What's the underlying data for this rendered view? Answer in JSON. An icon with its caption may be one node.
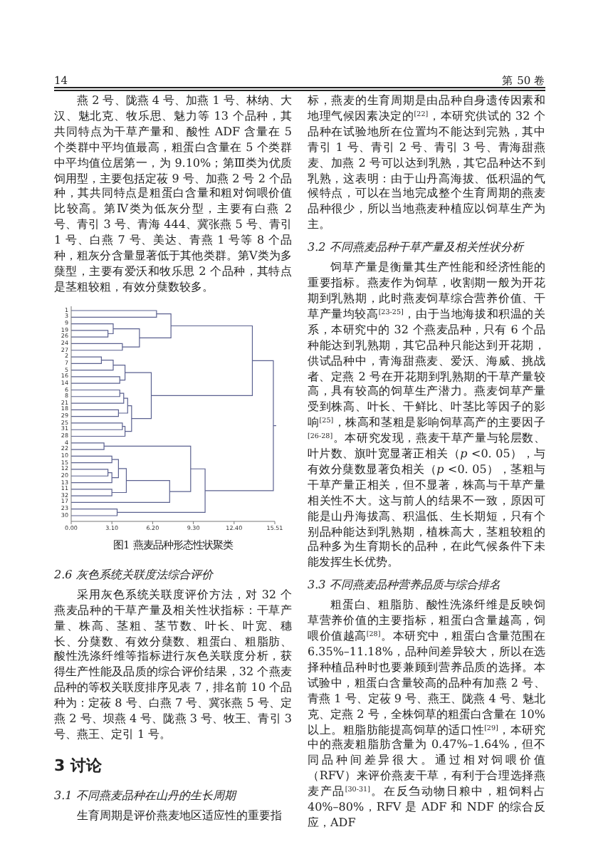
{
  "diagram": {
    "caption": "图1 燕麦品种形态性状聚类",
    "labels": [
      "14",
      "第 50 卷",
      "燕 2 号、陇燕 4 号、加燕 1 号、林纳、大汉、魅北克、牧乐思、魅力等 13 个品种，其共同特点为干草产量和、酸性 ADF 含量在 5 个类群中平均值最高，粗蛋白含量在 5 个类群中平均值位居第一，为 9.10%；第Ⅲ类为优质饲用型，主要包括定莜 9 号、加燕 2 号 2 个品种，其共同特点是粗蛋白含量和粗对饲喂价值比较高。第Ⅳ类为低灰分型，主要有白燕 2 号、青引 3 号、青海 444、冀张燕 5 号、青引 1 号、白燕 7 号、美达、青燕 1 号等 8 个品种，粗灰分含量显著低于其他类群。第Ⅴ类为多蘖型，主要有爱沃和牧乐思 2 个品种，其特点是茎粗较粗，有效分蘖数较多。",
      "1",
      "3",
      "9",
      "19",
      "26",
      "24",
      "27",
      "2",
      "7",
      "5",
      "16",
      "14",
      "6",
      "8",
      "21",
      "18",
      "29",
      "25",
      "31",
      "28",
      "4",
      "22",
      "10",
      "15",
      "12",
      "20",
      "13",
      "11",
      "32",
      "17",
      "23",
      "30",
      "0.00",
      "3.10",
      "6.20",
      "9.30",
      "12.40",
      "15.51",
      "2.6 灰色系统关联度法综合评价",
      "采用灰色系统关联度评价方法，对 32 个燕麦品种的干草产量及相关性状指标：干草产量、株高、茎粗、茎节数、叶长、叶宽、穗长、分蘖数、有效分蘖数、粗蛋白、粗脂肪、酸性洗涤纤维等指标进行灰色关联度分析，获得生产性能及品质的综合评价结果，32 个燕麦品种的等权关联度排序见表 7，排名前 10 个品种为：定莜 8 号、白燕 7 号、冀张燕 5 号、定燕 2 号、坝燕 4 号、陇燕 3 号、牧王、青引 3 号、燕王、定引 1 号。",
      "3 讨论",
      "3.1 不同燕麦品种在山丹的生长周期",
      "生育周期是评价燕麦地区适应性的重要指",
      "标，燕麦的生育周期是由品种自身遗传因素和地理气候因素决定的$^{[22]}$，本研究供试的 32 个品种在试验地所在位置均不能达到完熟，其中青引 1 号、青引 2 号、青引 3 号、青海甜燕麦、加燕 2 号可以达到乳熟，其它品种达不到乳熟，这表明：由于山丹高海拔、低积温的气候特点，可以在当地完成整个生育周期的燕麦品种很少，所以当地燕麦种植应以饲草生产为主。",
      "3.2 不同燕麦品种干草产量及相关性状分析",
      "饲草产量是衡量其生产性能和经济性能的重要指标。燕麦作为饲草，收割期一般为开花期到乳熟期，此时燕麦饲草综合营养价值、干草产量均较高$^{[23-25]}$，由于当地海拔和积温的关系，本研究中的 32 个燕麦品种，只有 6 个品种能达到乳熟期，其它品种只能达到开花期，供试品种中，青海甜燕麦、爱沃、海威、挑战者、定燕 2 号在开花期到乳熟期的干草产量较高，具有较高的饲草生产潜力。燕麦饲草产量受到株高、叶长、干鲜比、叶茎比等因子的影响$^{[25]}$，株高和茎粗是影响饲草高产的主要因子$^{[26-28]}$。本研究发现，燕麦干草产量与轮层数、叶片数、旗叶宽显著正相关（*p* <0. 05），与有效分蘖数显著负相关（*p* <0. 05），茎粗与干草产量正相关，但不显著，株高与干草产量相关性不大。这与前人的结果不一致，原因可能是山丹海拔高、积温低、生长期短，只有个别品种能达到乳熟期，植株高大，茎粗较粗的品种多为生育期长的品种，在此气候条件下未能发挥生长优势。",
      "3.3 不同燕麦品种营养品质与综合排名",
      "粗蛋白、粗脂肪、酸性洗涤纤维是反映饲草营养价值的主要指标，粗蛋白含量越高，饲喂价值越高$^{[28]}$。本研究中，粗蛋白含量范围在 6.35%–11.18%，品种间差异较大，所以在选择种植品种时也要兼顾到营养品质的选择。本试验中，粗蛋白含量较高的品种有加燕 2 号、青燕 1 号、定莜 9 号、燕王、陇燕 4 号、魅北克、定燕 2 号，全株饲草的粗蛋白含量在 10% 以上。粗脂肪能提高饲草的适口性$^{[29]}$，本研究中的燕麦粗脂肪含量为 0.47%–1.64%，但不同品种间差异很大。通过相对饲喂价值（RFV）来评价燕麦干草，有利于合理选择燕麦产品$^{[30-31]}$。在反刍动物日粮中，粗饲料占 40%–80%，RFV 是 ADF 和 NDF 的综合反应，ADF"
    ]
  }
}
